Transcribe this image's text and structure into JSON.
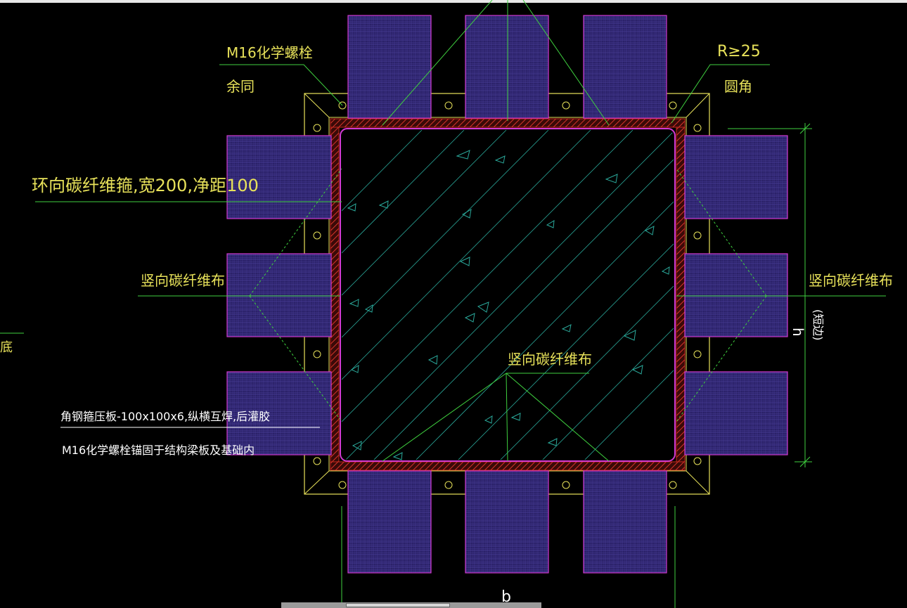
{
  "drawing": {
    "labels": {
      "bolt_note": "M16化学螺栓",
      "bolt_note_same": "余同",
      "radius_note": "R≥25",
      "radius_note_2": "圆角",
      "hoop_note": "环向碳纤维箍,宽200,净距100",
      "vertical_left": "竖向碳纤维布",
      "vertical_right": "竖向碳纤维布",
      "vertical_center": "竖向碳纤维布",
      "angle_steel_note": "角钢箍压板-100x100x6,纵横互焊,后灌胶",
      "anchor_note": "M16化学螺栓锚固于结构梁板及基础内",
      "dim_h": "h",
      "dim_h_note": "(短边)",
      "dim_b": "b",
      "edge_partial": "底"
    },
    "colors": {
      "background": "#000000",
      "frame": "#e8e25a",
      "magenta": "#d23ad2",
      "fabric": "#3b2e8a",
      "hatch_red": "#c4281e",
      "leader": "#3fd03f",
      "concrete_line": "#2aa89a",
      "dimension": "#3fd03f",
      "text_yellow": "#e8e25a",
      "text_white": "#ffffff"
    }
  }
}
